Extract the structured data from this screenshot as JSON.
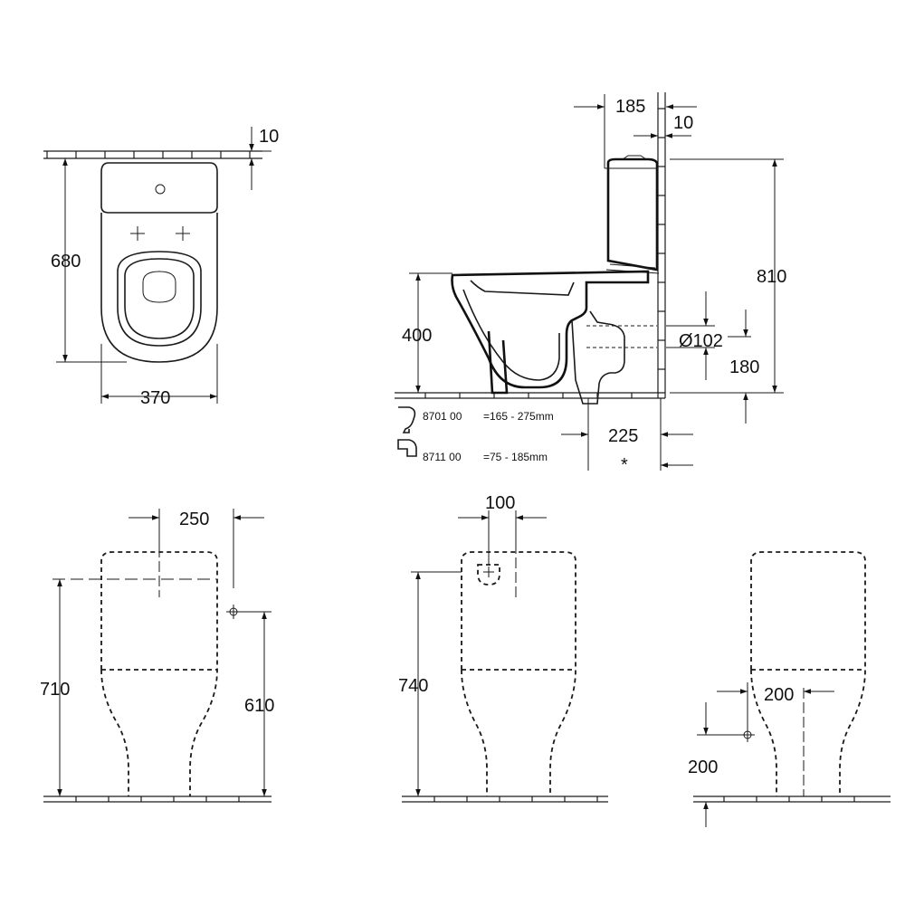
{
  "views": {
    "top": {
      "dims": {
        "wall_gap": "10",
        "depth": "680",
        "width": "370"
      }
    },
    "side": {
      "dims": {
        "tank_offset": "185",
        "wall_gap": "10",
        "total_height": "810",
        "seat_height": "400",
        "outlet_diameter": "Ø102",
        "outlet_height": "180",
        "outlet_distance": "225",
        "asterisk": "*"
      },
      "notes": [
        {
          "code": "8701 00",
          "range": "=165 - 275mm"
        },
        {
          "code": "8711 00",
          "range": "=75 -  185mm"
        }
      ]
    },
    "front_left": {
      "dims": {
        "offset": "250",
        "height": "710",
        "inlet_height": "610"
      }
    },
    "front_mid": {
      "dims": {
        "offset": "100",
        "height": "740"
      }
    },
    "front_right": {
      "dims": {
        "offset": "200",
        "inlet_height": "200"
      }
    }
  }
}
